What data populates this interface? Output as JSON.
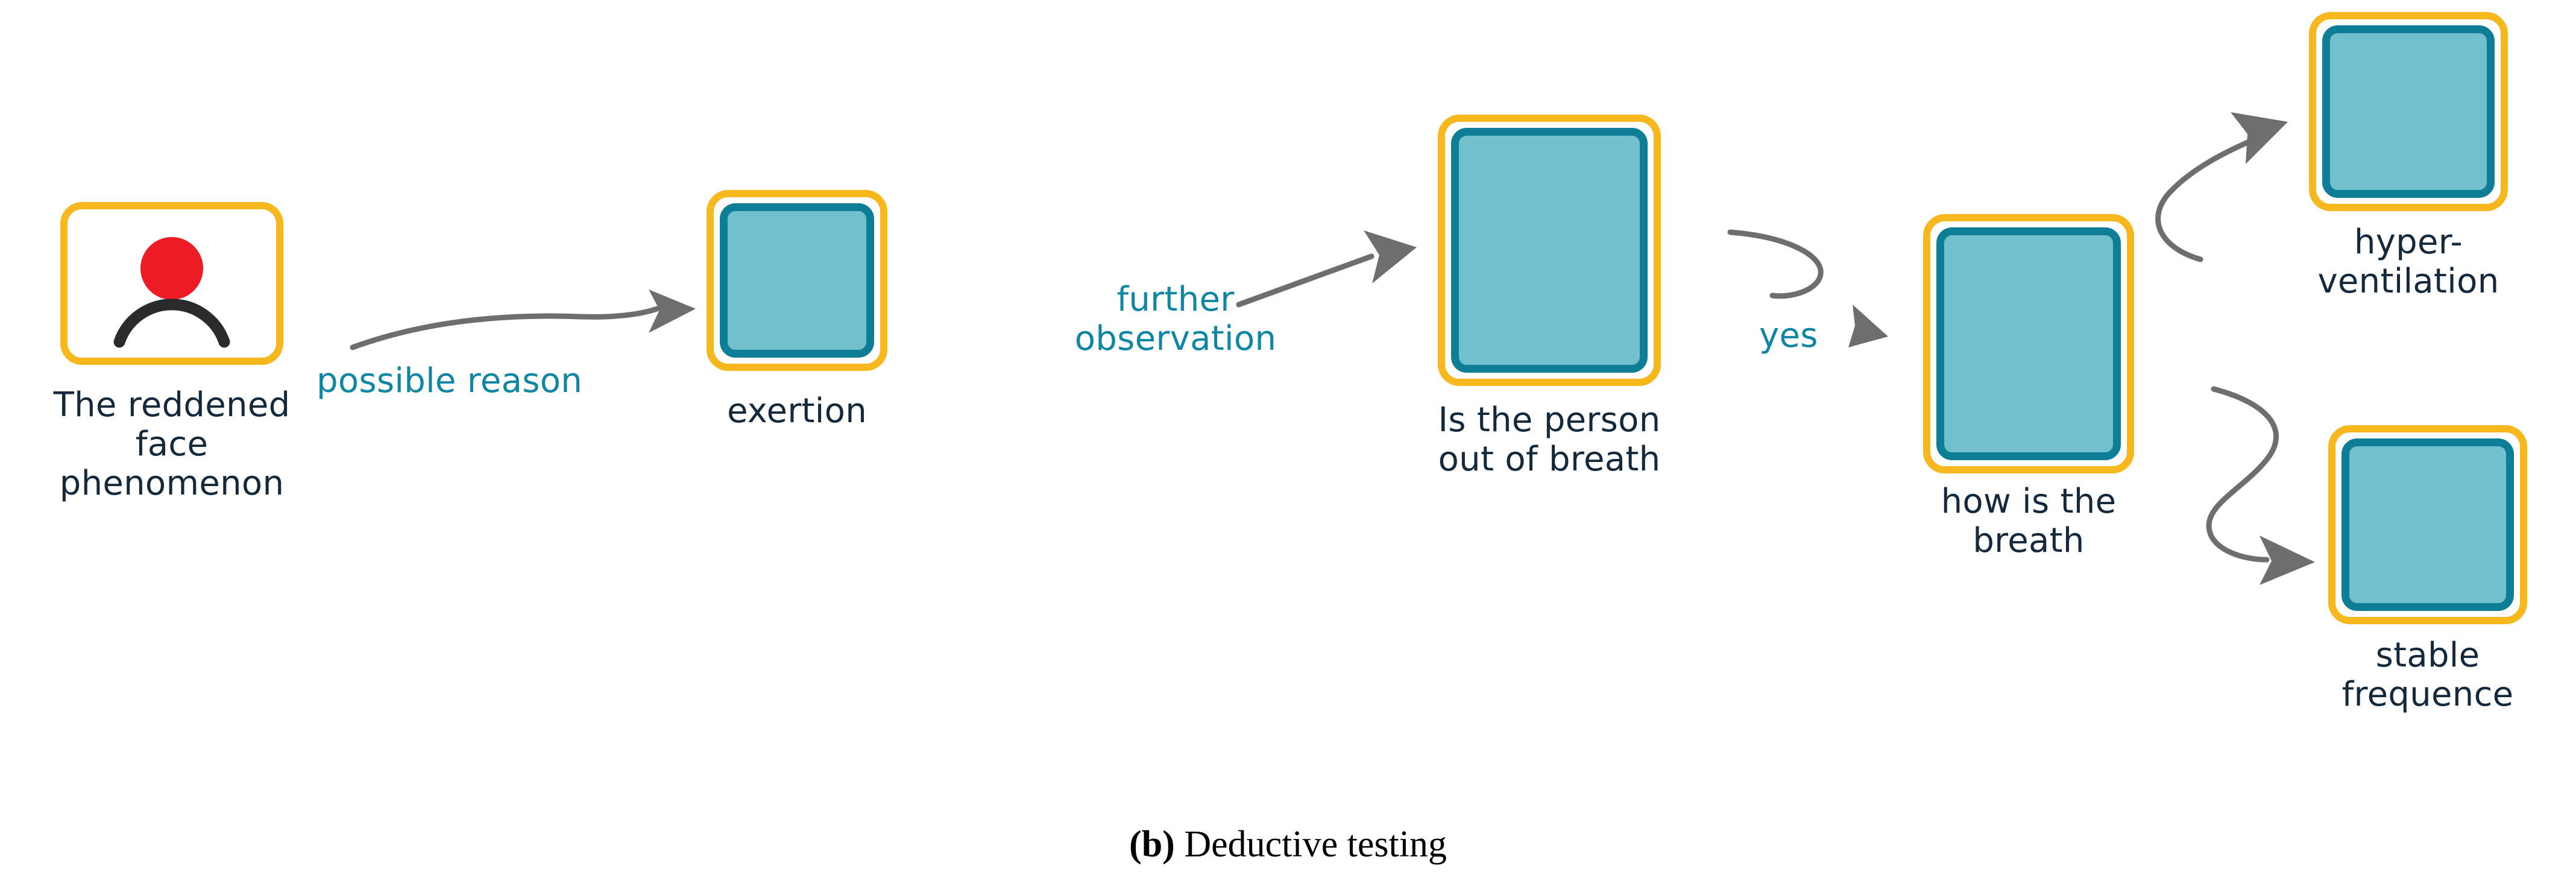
{
  "figure": {
    "caption_prefix": "(b)",
    "caption_text": " Deductive testing",
    "type": "flow-diagram",
    "topic": "Deductive testing reasoning chain"
  },
  "colors": {
    "node_border_outer": "#F6B81C",
    "node_border_inner": "#0E7E96",
    "node_fill": "#72BFCE",
    "node_label_text": "#14293C",
    "edge_label_text": "#0E86A4",
    "arrow_stroke": "#6E6E6E",
    "icon_head": "#ED1B24",
    "icon_shoulders": "#2B2B2B",
    "background": "#FFFFFF"
  },
  "nodes": [
    {
      "id": "reddened-face",
      "label": "The reddened\nface\nphenomenon",
      "icon": "person-icon",
      "variant": "icon"
    },
    {
      "id": "exertion",
      "label": "exertion",
      "variant": "filled"
    },
    {
      "id": "out-of-breath",
      "label": "Is the person\nout of breath",
      "variant": "filled"
    },
    {
      "id": "how-is-breath",
      "label": "how is the\nbreath",
      "variant": "filled"
    },
    {
      "id": "hyperventilation",
      "label": "hyper-\nventilation",
      "variant": "filled"
    },
    {
      "id": "stable-frequence",
      "label": "stable\nfrequence",
      "variant": "filled"
    }
  ],
  "edges": [
    {
      "id": "edge-possible-reason",
      "label": "possible reason",
      "from": "reddened-face",
      "to": "exertion",
      "style": "wavy-arrow"
    },
    {
      "id": "edge-further-observation",
      "label": "further\nobservation",
      "from": "reddened-face",
      "to": "out-of-breath",
      "style": "straight-arrow"
    },
    {
      "id": "edge-yes",
      "label": "yes",
      "from": "out-of-breath",
      "to": "how-is-breath",
      "style": "curve-arrow"
    },
    {
      "id": "edge-to-hyperventilation",
      "label": "",
      "from": "how-is-breath",
      "to": "hyperventilation",
      "style": "s-curve-arrow-up"
    },
    {
      "id": "edge-to-stable-frequence",
      "label": "",
      "from": "how-is-breath",
      "to": "stable-frequence",
      "style": "s-curve-arrow-down"
    }
  ]
}
